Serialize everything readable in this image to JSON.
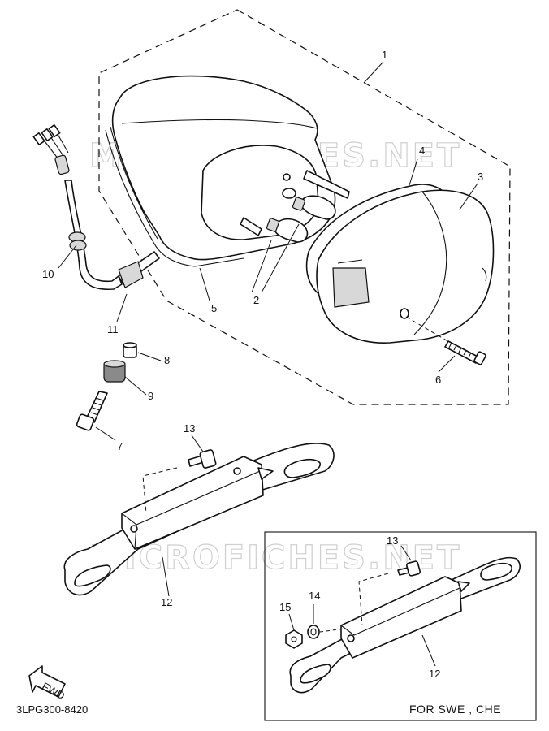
{
  "diagram": {
    "watermark": "MICROFICHES.NET",
    "part_code": "3LPG300-8420",
    "inset_region_label": "FOR SWE , CHE",
    "fwd_label": "FWD",
    "callouts": {
      "c1": "1",
      "c2": "2",
      "c3": "3",
      "c4": "4",
      "c5": "5",
      "c6": "6",
      "c7": "7",
      "c8": "8",
      "c9": "9",
      "c10": "10",
      "c11": "11",
      "c12_main": "12",
      "c13_main": "13",
      "c12_inset": "12",
      "c13_inset": "13",
      "c14_inset": "14",
      "c15_inset": "15"
    }
  }
}
